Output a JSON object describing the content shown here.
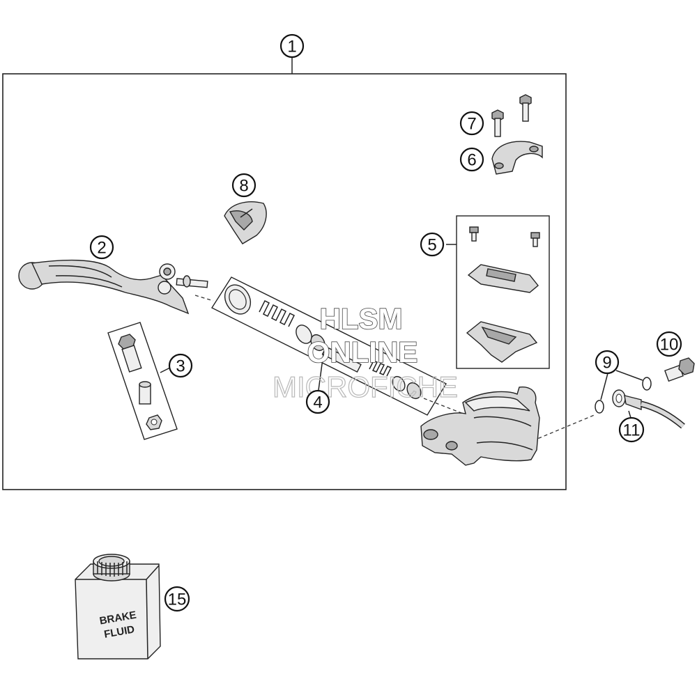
{
  "diagram": {
    "callouts": [
      "1",
      "2",
      "3",
      "4",
      "5",
      "6",
      "7",
      "8",
      "9",
      "10",
      "11",
      "15"
    ],
    "watermark": {
      "line1": "HLSM",
      "line2": "ONLINE",
      "line3": "MICROFICHE"
    },
    "bottle_label": {
      "line1": "BRAKE",
      "line2": "FLUID"
    }
  }
}
